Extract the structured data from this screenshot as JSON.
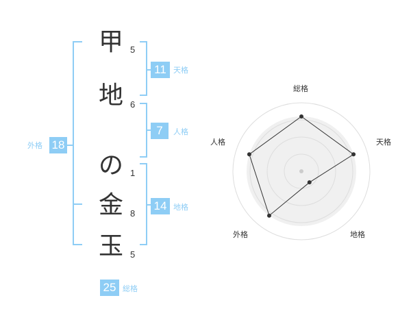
{
  "name_chars": [
    {
      "char": "甲",
      "strokes": "5"
    },
    {
      "char": "地",
      "strokes": "6"
    },
    {
      "char": "の",
      "strokes": "1"
    },
    {
      "char": "金",
      "strokes": "8"
    },
    {
      "char": "玉",
      "strokes": "5"
    }
  ],
  "kaku": {
    "tenkaku": {
      "value": "11",
      "label": "天格"
    },
    "jinkaku": {
      "value": "7",
      "label": "人格"
    },
    "chikaku": {
      "value": "14",
      "label": "地格"
    },
    "gaikaku": {
      "value": "18",
      "label": "外格"
    },
    "soukaku": {
      "value": "25",
      "label": "総格"
    }
  },
  "colors": {
    "accent": "#8ecdf5",
    "text": "#333333",
    "radar_fill": "#f0f0f0",
    "radar_rings": "#dddddd"
  },
  "chart_data": {
    "type": "radar",
    "axes": [
      "総格",
      "天格",
      "地格",
      "外格",
      "人格"
    ],
    "rings": 4,
    "range": [
      0,
      5
    ],
    "values": [
      4,
      4,
      1,
      4,
      4
    ]
  }
}
